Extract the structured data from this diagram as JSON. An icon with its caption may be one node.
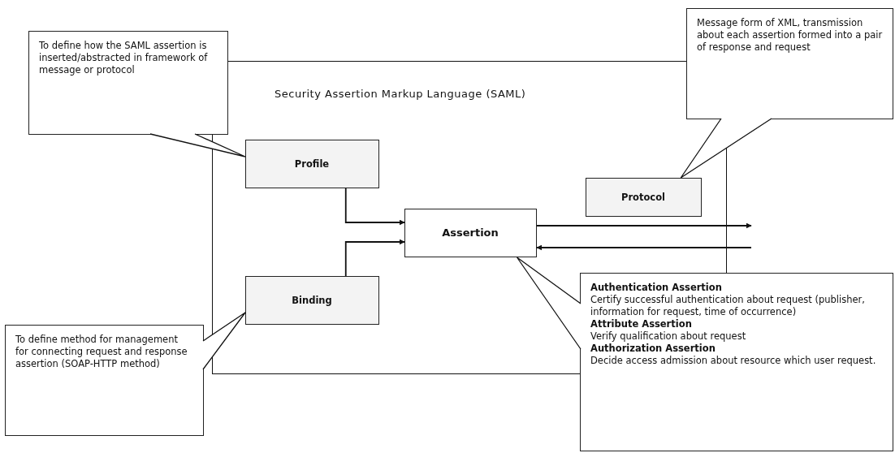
{
  "diagram": {
    "nodes": [
      {
        "text": [
          "Security Assertion Markup Language (SAML)"
        ]
      },
      {
        "text": [
          "To define how the SAML assertion is inserted/abstracted in framework of message or protocol"
        ]
      },
      {
        "text": [
          "Profile"
        ],
        "in": 0
      },
      {
        "text": [
          "Assertion"
        ],
        "in": 0
      },
      {
        "text": [
          "Protocol"
        ],
        "in": 0
      },
      {
        "text": [
          "Message form of XML, transmission about each assertion formed into a pair of response and request"
        ]
      },
      {
        "text": [
          "Binding"
        ],
        "in": 0
      },
      {
        "text": [
          "To define method for management for connecting request and response assertion (SOAP-HTTP method)"
        ]
      },
      {
        "text": [
          "Authentication Assertion",
          "Certify successful authentication about request (publisher, information for request, time of occurrence)",
          "Attribute Assertion",
          "Verify qualification about request",
          "Authorization Assertion",
          "Decide access admission about resource which user request."
        ]
      }
    ],
    "edges": [
      {
        "from": 2,
        "to": 3,
        "arrow": "to"
      },
      {
        "from": 6,
        "to": 3,
        "arrow": "to"
      },
      {
        "from": 3,
        "to": null,
        "arrow": "to"
      },
      {
        "from": null,
        "to": 3,
        "arrow": "to"
      },
      {
        "from": 1,
        "to": 2,
        "arrow": "none"
      },
      {
        "from": 5,
        "to": 4,
        "arrow": "none"
      },
      {
        "from": 7,
        "to": 6,
        "arrow": "none"
      },
      {
        "from": 8,
        "to": 3,
        "arrow": "none"
      }
    ]
  }
}
